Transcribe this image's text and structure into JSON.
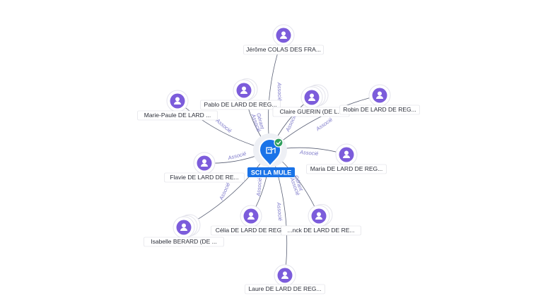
{
  "center": {
    "label": "SCI LA MULE",
    "icon": "building-icon",
    "status_icon": "check-icon",
    "colors": {
      "pin": "#1a73e8",
      "check": "#2e9e5b"
    }
  },
  "person_icon": "person-icon",
  "colors": {
    "person": "#7c5cdb",
    "edge": "#5a6075",
    "edge_label": "#7b77c9"
  },
  "nodes": [
    {
      "id": "jerome",
      "label": "Jérôme COLAS DES FRA...",
      "edge_label": "Associé",
      "stack": 1
    },
    {
      "id": "pablo",
      "label": "Pablo DE LARD DE REG...",
      "edge_label": "Associé",
      "stack": 2
    },
    {
      "id": "marie-paule",
      "label": "Marie-Paule DE LARD ...",
      "edge_label": "Associé",
      "stack": 1
    },
    {
      "id": "claire",
      "label": "Claire GUERIN (DE L...",
      "edge_label": "Associé",
      "stack": 3
    },
    {
      "id": "robin",
      "label": "Robin DE LARD DE REG...",
      "edge_label": "Associé",
      "stack": 1
    },
    {
      "id": "flavie",
      "label": "Flavie DE LARD DE RE...",
      "edge_label": "Associé",
      "stack": 1
    },
    {
      "id": "maria",
      "label": "Maria DE LARD DE REG...",
      "edge_label": "Associé",
      "stack": 1
    },
    {
      "id": "isabelle",
      "label": "Isabelle BERARD (DE ...",
      "edge_label": "Associé",
      "stack": 3
    },
    {
      "id": "celia",
      "label": "Célia DE LARD DE REG...",
      "edge_label": "Associé",
      "stack": 1
    },
    {
      "id": "franck",
      "label": "...nck DE LARD DE RE...",
      "edge_label": "Associé",
      "stack": 2
    },
    {
      "id": "laure",
      "label": "Laure DE LARD DE REG...",
      "edge_label": "Associé",
      "stack": 1
    }
  ],
  "extra_edge_labels": [
    "Gérant",
    "Gérant"
  ]
}
